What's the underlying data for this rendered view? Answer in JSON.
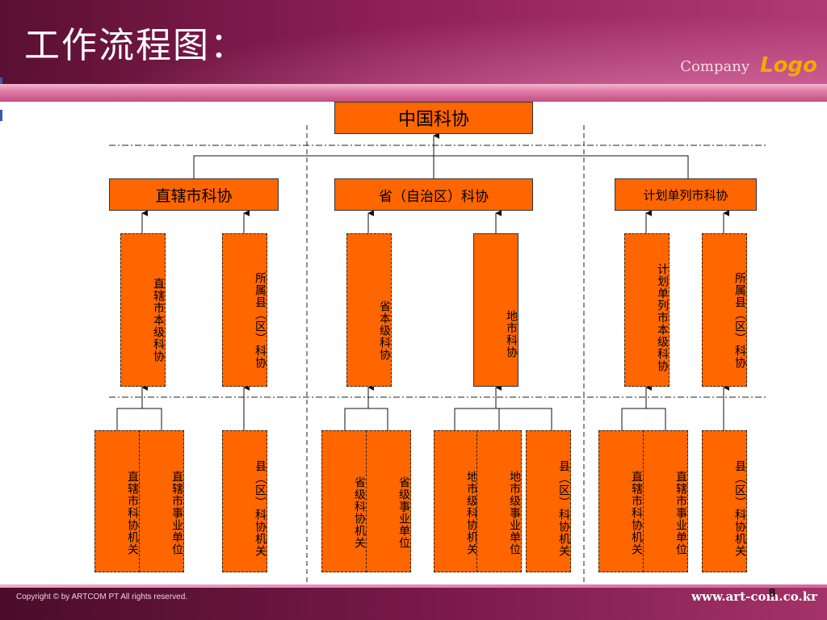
{
  "header": {
    "title": "工作流程图：",
    "company": "Company",
    "logo": "Logo"
  },
  "diagram": {
    "root": "中国科协",
    "level2": {
      "municipal": "直辖市科协",
      "provincial": "省（自治区）科协",
      "planned_city": "计划单列市科协"
    },
    "level3": {
      "municipal_own": "直辖市本级科协",
      "municipal_county": "所属县（区）科协",
      "provincial_own": "省本级科协",
      "prefecture": "地市科协",
      "planned_own": "计划单列市本级科协",
      "planned_county": "所属县（区）科协"
    },
    "level4": {
      "m_organ": "直辖市科协机关",
      "m_unit": "直辖市事业单位",
      "m_county_organ": "县（区）科协机关",
      "p_organ": "省级科协机关",
      "p_unit": "省级事业单位",
      "pref_organ": "地市级科协机关",
      "pref_unit": "地市级事业单位",
      "pref_county_organ": "县（区）科协机关",
      "c_organ": "直辖市科协机关",
      "c_unit": "直辖市事业单位",
      "c_county_organ": "县（区）科协机关"
    }
  },
  "footer": {
    "copyright": "Copyright © by ARTCOM PT  All rights reserved.",
    "website": "www.art-com.co.kr",
    "page": "8"
  },
  "colors": {
    "box": "#ff6600",
    "header": "#8c1f55",
    "logo": "#f6a800"
  }
}
